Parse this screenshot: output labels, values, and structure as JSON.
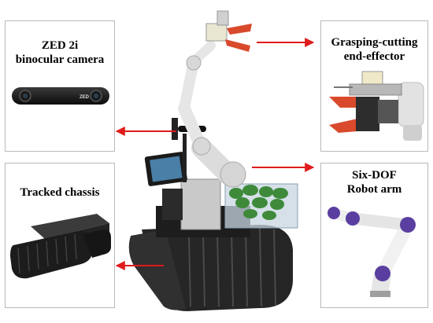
{
  "components": {
    "camera": {
      "line1": "ZED 2i",
      "line2": "binocular camera",
      "logo": "ZED"
    },
    "chassis": {
      "line1": "Tracked chassis"
    },
    "effector": {
      "line1": "Grasping-cutting",
      "line2": "end-effector"
    },
    "arm": {
      "line1": "Six-DOF",
      "line2": "Robot arm"
    }
  },
  "colors": {
    "arrow": "#e01b1b",
    "panel_border": "#b9b9b9",
    "track": "#2a2a2a",
    "arm_white": "#f1f1f1",
    "joint_purple": "#5b3fa0",
    "fruit_green": "#3e8a3a",
    "gripper_red": "#d94a2c"
  }
}
